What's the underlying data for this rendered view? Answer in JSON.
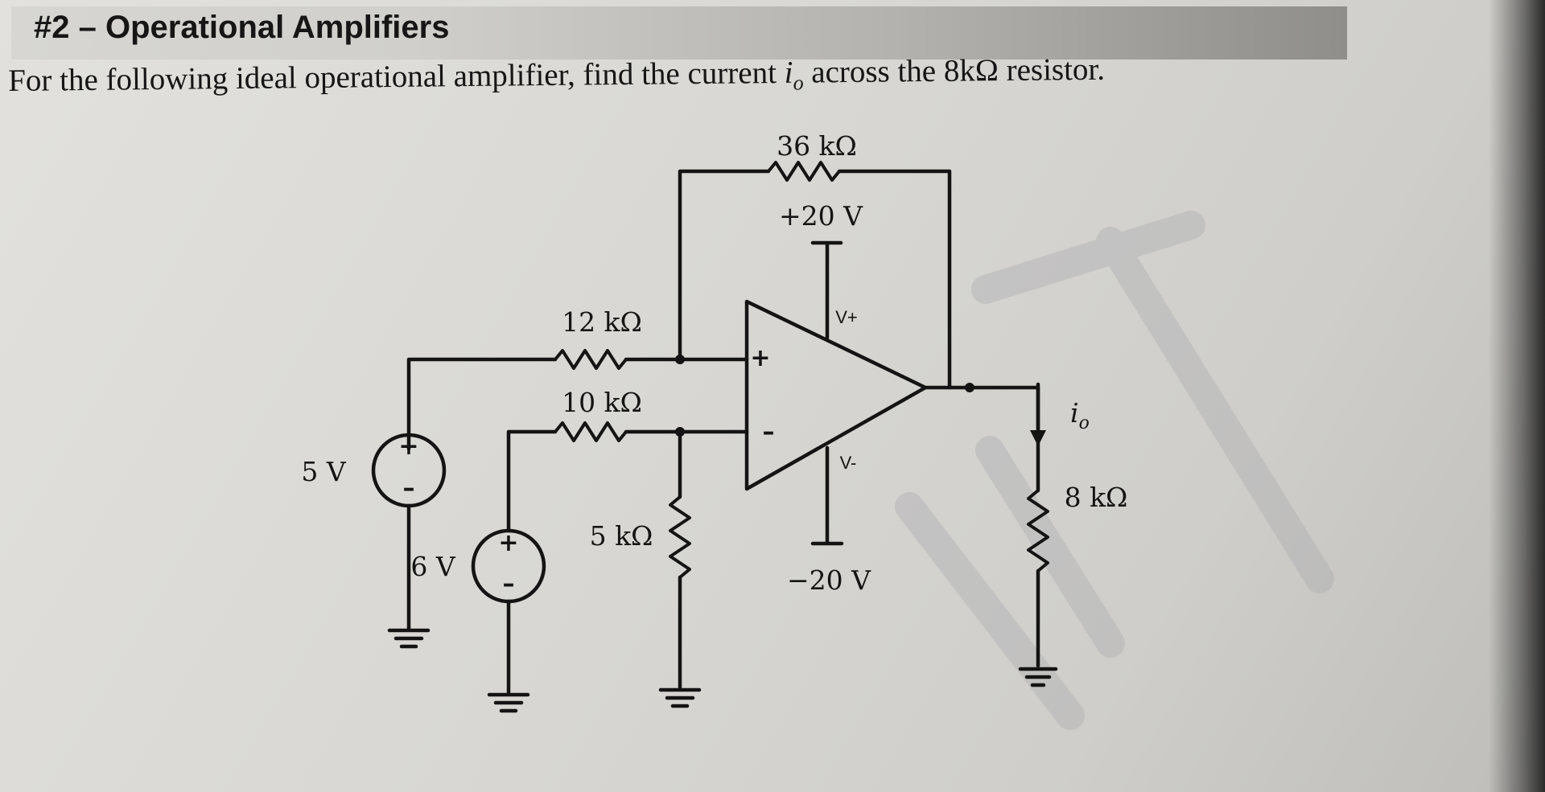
{
  "header": {
    "title": "#2 – Operational Amplifiers",
    "question_prefix": "For the following ideal operational amplifier, find the current ",
    "question_var": "i",
    "question_sub": "o",
    "question_suffix": " across the 8kΩ resistor."
  },
  "circuit": {
    "r_feedback": "36 kΩ",
    "r_plus": "12 kΩ",
    "r_minus": "10 kΩ",
    "r_ground": "5 kΩ",
    "r_load": "8 kΩ",
    "v_supply_pos": "+20 V",
    "v_supply_neg": "−20 V",
    "pin_vplus": "V+",
    "pin_vminus": "V-",
    "src1_value": "5 V",
    "src2_value": "6 V",
    "plus_sign": "+",
    "minus_sign": "–",
    "current_label": "i",
    "current_sub": "o"
  }
}
